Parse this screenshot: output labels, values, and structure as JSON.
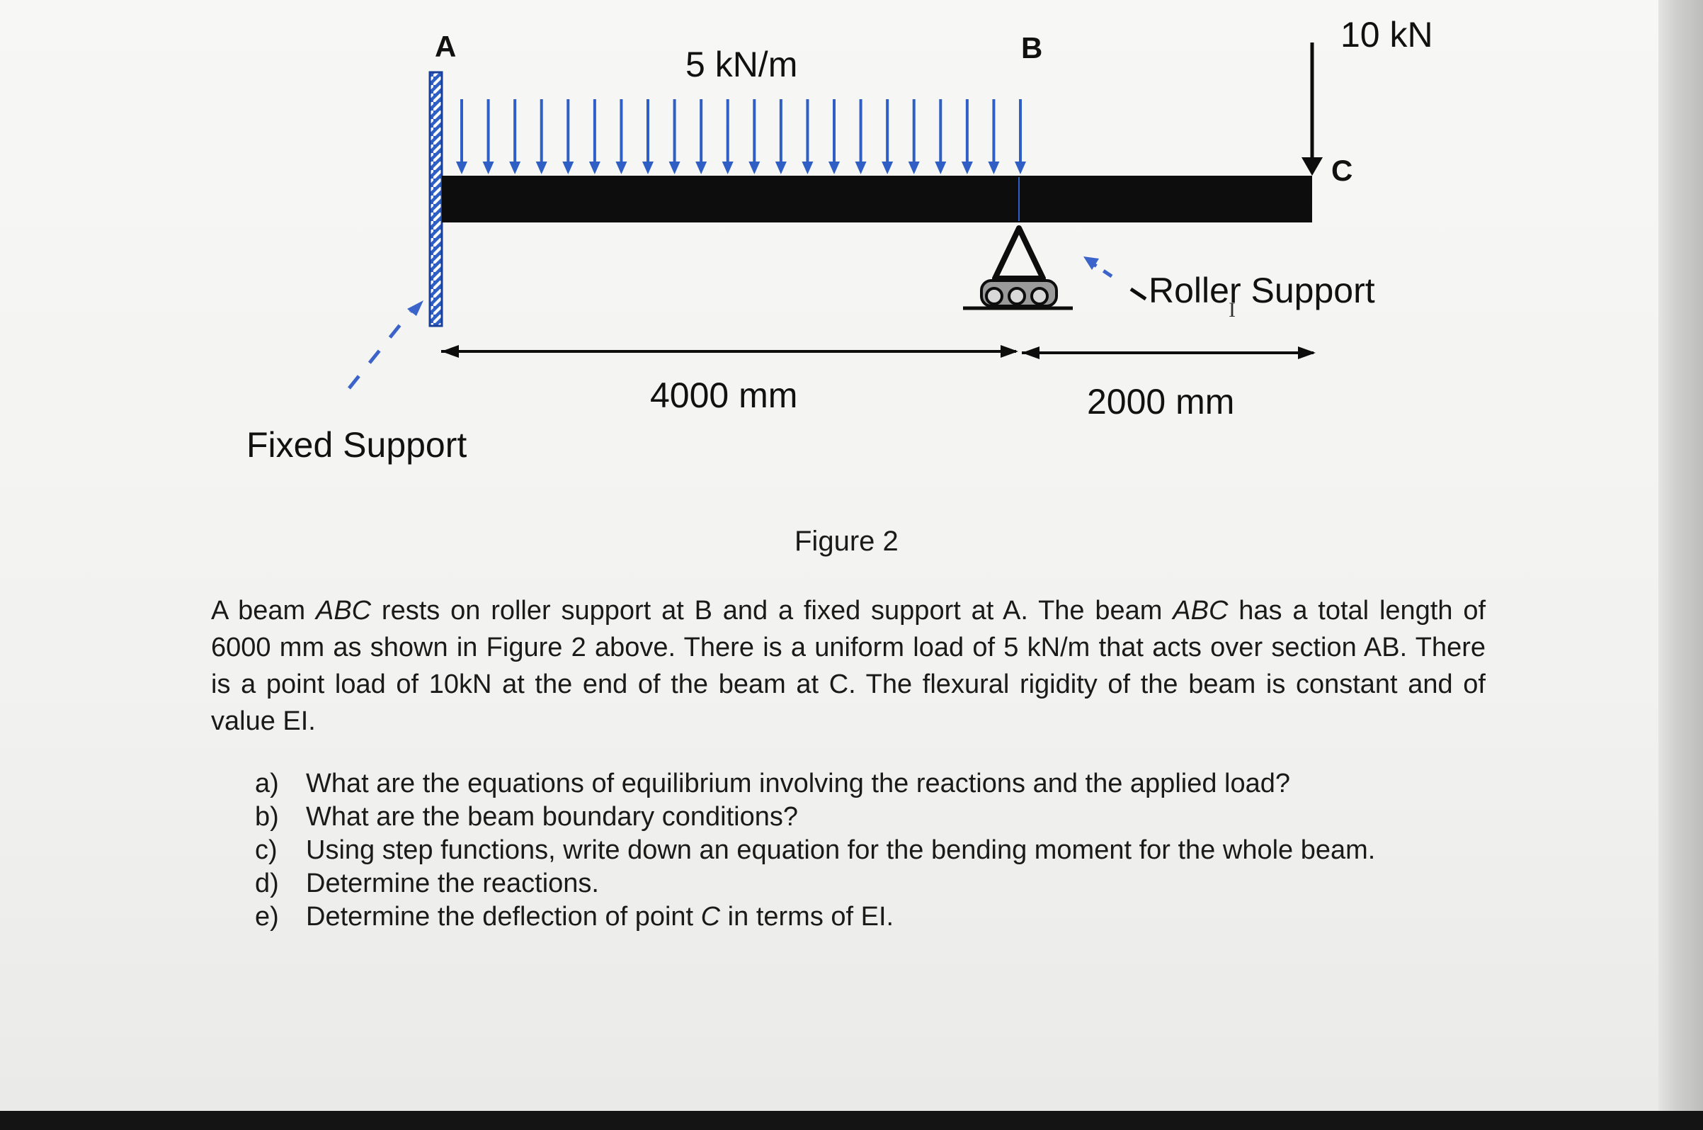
{
  "figure": {
    "point_a": "A",
    "point_b": "B",
    "point_c": "C",
    "udl_label": "5 kN/m",
    "point_load_label": "10 kN",
    "roller_label": "Roller Support",
    "fixed_label": "Fixed Support",
    "dim_ab": "4000 mm",
    "dim_bc": "2000 mm",
    "caption": "Figure 2"
  },
  "problem": {
    "p1": "A beam ",
    "p1_it": "ABC",
    "p2": " rests on roller support at B and a fixed support at A. The beam ",
    "p2_it": "ABC",
    "p3": " has a total length of 6000 mm as shown in Figure 2 above. There is a uniform load of 5 kN/m that acts over section AB. There is a point load of 10kN at the end of the beam at C. The flexural rigidity of the beam is constant and of value EI."
  },
  "questions": [
    {
      "marker": "a)",
      "text": "What are the equations of equilibrium involving the reactions and the applied load?"
    },
    {
      "marker": "b)",
      "text": "What are the beam boundary conditions?"
    },
    {
      "marker": "c)",
      "text": "Using step functions, write down an equation for the bending moment for the whole beam."
    },
    {
      "marker": "d)",
      "text": "Determine the reactions."
    },
    {
      "marker": "e)",
      "text": "Determine the deflection of point "
    },
    {
      "marker": "",
      "text": ""
    }
  ],
  "q_e_italic": "C",
  "q_e_tail": " in terms of EI.",
  "colors": {
    "load_arrow": "#2f5fc4",
    "beam": "#0d0d0d",
    "pointer_arrow": "#3b63c9"
  }
}
